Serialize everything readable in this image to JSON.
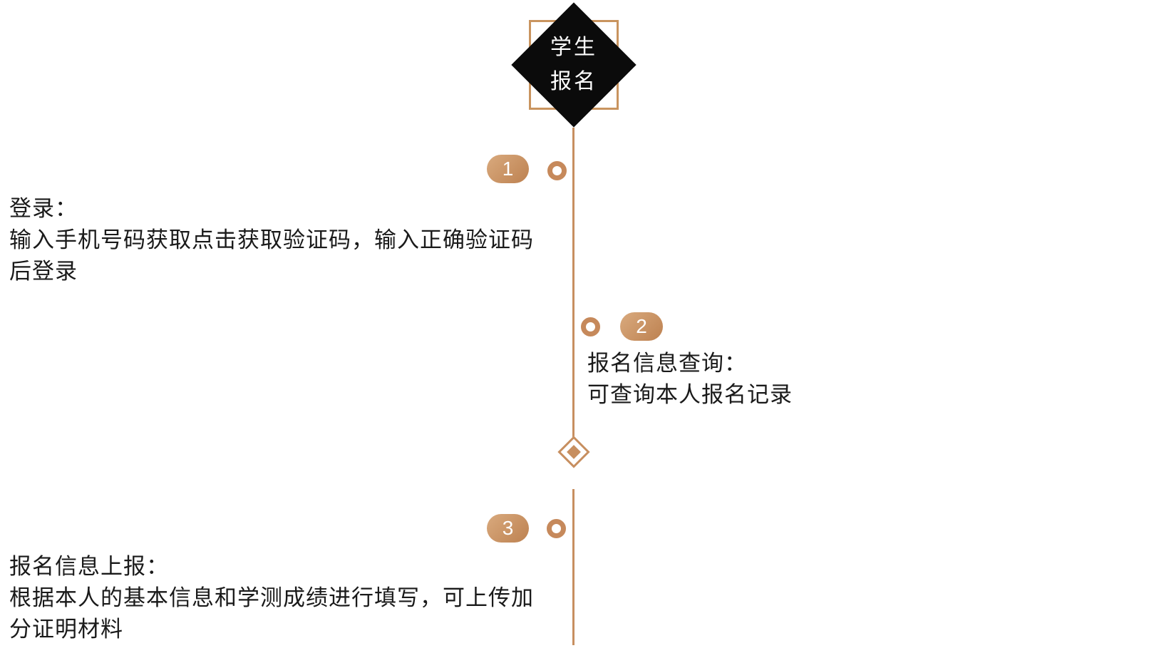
{
  "title": {
    "line1": "学生",
    "line2": "报名"
  },
  "steps": [
    {
      "number": "1",
      "lines": [
        "登录：",
        "输入手机号码获取点击获取验证码，输入正确验证码",
        "后登录"
      ]
    },
    {
      "number": "2",
      "lines": [
        "报名信息查询：",
        "可查询本人报名记录"
      ]
    },
    {
      "number": "3",
      "lines": [
        "报名信息上报：",
        "根据本人的基本信息和学测成绩进行填写，可上传加",
        "分证明材料"
      ]
    }
  ],
  "colors": {
    "background": "#ffffff",
    "copper_line": "#c78f60",
    "outline_square": "#c9945f",
    "badge_gradient_start": "#d9aa7e",
    "badge_gradient_end": "#bd8150",
    "node_ring": "#c6895b",
    "diamond_fill": "#0b0b0b",
    "diamond_text": "#ffffff",
    "body_text": "#1a1a1a"
  }
}
